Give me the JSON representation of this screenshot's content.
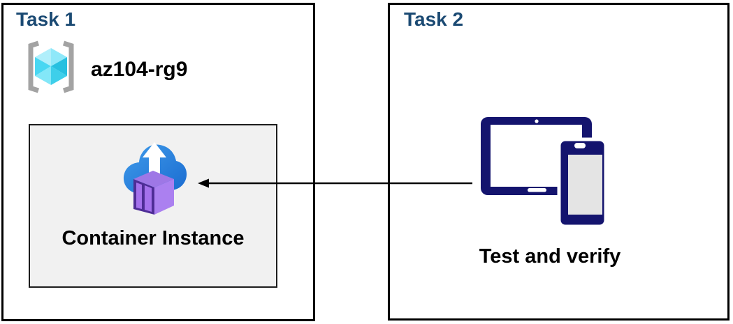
{
  "task1": {
    "title": "Task 1",
    "resource_group": {
      "icon": "resource-group-icon",
      "name": "az104-rg9"
    },
    "container_instance": {
      "icon": "container-instance-icon",
      "label": "Container Instance"
    }
  },
  "task2": {
    "title": "Task 2",
    "devices": {
      "icon": "devices-icon",
      "label": "Test and verify"
    }
  },
  "connector": {
    "type": "arrow",
    "direction": "right-to-left"
  },
  "colors": {
    "title-navy": "#1b4a73",
    "label-black": "#000000",
    "box-border": "#000000",
    "inner-box-bg": "#f1f1f1",
    "inner-box-border": "#1c1c1c",
    "device-navy": "#14146e",
    "cloud-blue-light": "#3f9bea",
    "cloud-blue-dark": "#1a6bd0",
    "container-purple-dark": "#4e2d96",
    "container-purple": "#a471ec",
    "container-purple-light": "#ab80f0",
    "container-purple-top": "#9e77e6",
    "cube-cyan": "#49d7f2",
    "bracket-gray": "#a3a3a3",
    "phone-screen-gray": "#e4e4e4"
  }
}
